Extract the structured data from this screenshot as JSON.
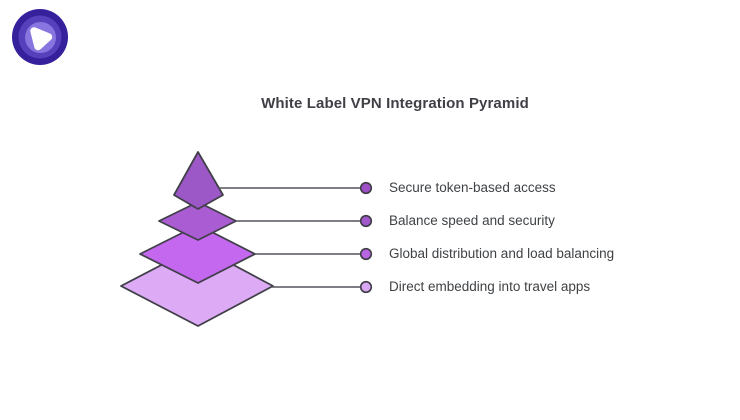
{
  "logo": {
    "icon": "vpn-brand-logo",
    "colors": {
      "outer_ring": "#36209B",
      "mid_ring": "#5740BC",
      "inner_ring": "#8875DF",
      "core": "#FFFFFF"
    }
  },
  "diagram": {
    "title": "White Label VPN Integration Pyramid",
    "type": "pyramid",
    "outline_color": "#41404A",
    "connector_color": "#55535B",
    "text_color": "#3F4245",
    "layers": [
      {
        "rank": 1,
        "label": "Secure token-based access",
        "fill": "#9C58C6",
        "dot": "#9D50C6"
      },
      {
        "rank": 2,
        "label": "Balance speed and security",
        "fill": "#AA5CD2",
        "dot": "#A158CC"
      },
      {
        "rank": 3,
        "label": "Global distribution and load balancing",
        "fill": "#C368EF",
        "dot": "#B765E3"
      },
      {
        "rank": 4,
        "label": "Direct embedding into travel apps",
        "fill": "#DDABF5",
        "dot": "#D8A6F3"
      }
    ]
  }
}
